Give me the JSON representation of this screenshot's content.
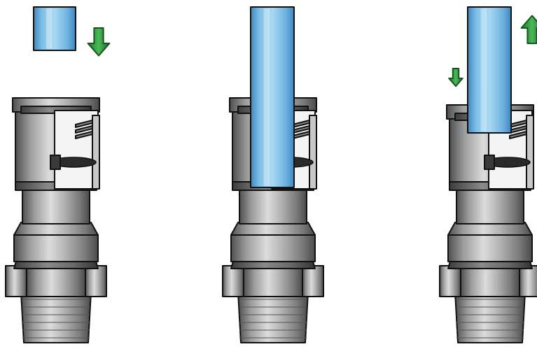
{
  "diagram": {
    "description_visible_text": [],
    "colors": {
      "metal_light": "#d9d9d9",
      "metal_mid": "#a7a7a7",
      "metal_dark": "#5f5f5f",
      "outline": "#111111",
      "tube_light": "#a8d8f2",
      "tube_mid": "#6fb4e0",
      "tube_dark": "#3f86bf",
      "arrow_green": "#2f9a3c",
      "arrow_dark": "#14561d",
      "white": "#ffffff"
    },
    "panels": [
      {
        "name": "panel-1-tube-above",
        "tube_state": "above",
        "arrows": [
          {
            "name": "push-down-arrow",
            "direction": "down",
            "icon": "arrow-down-icon"
          }
        ]
      },
      {
        "name": "panel-2-tube-inserted",
        "tube_state": "inserted",
        "arrows": []
      },
      {
        "name": "panel-3-release",
        "tube_state": "releasing",
        "arrows": [
          {
            "name": "collet-press-arrow",
            "direction": "down",
            "icon": "arrow-down-icon"
          },
          {
            "name": "tube-pull-arrow",
            "direction": "up",
            "icon": "arrow-up-icon"
          }
        ]
      }
    ]
  }
}
